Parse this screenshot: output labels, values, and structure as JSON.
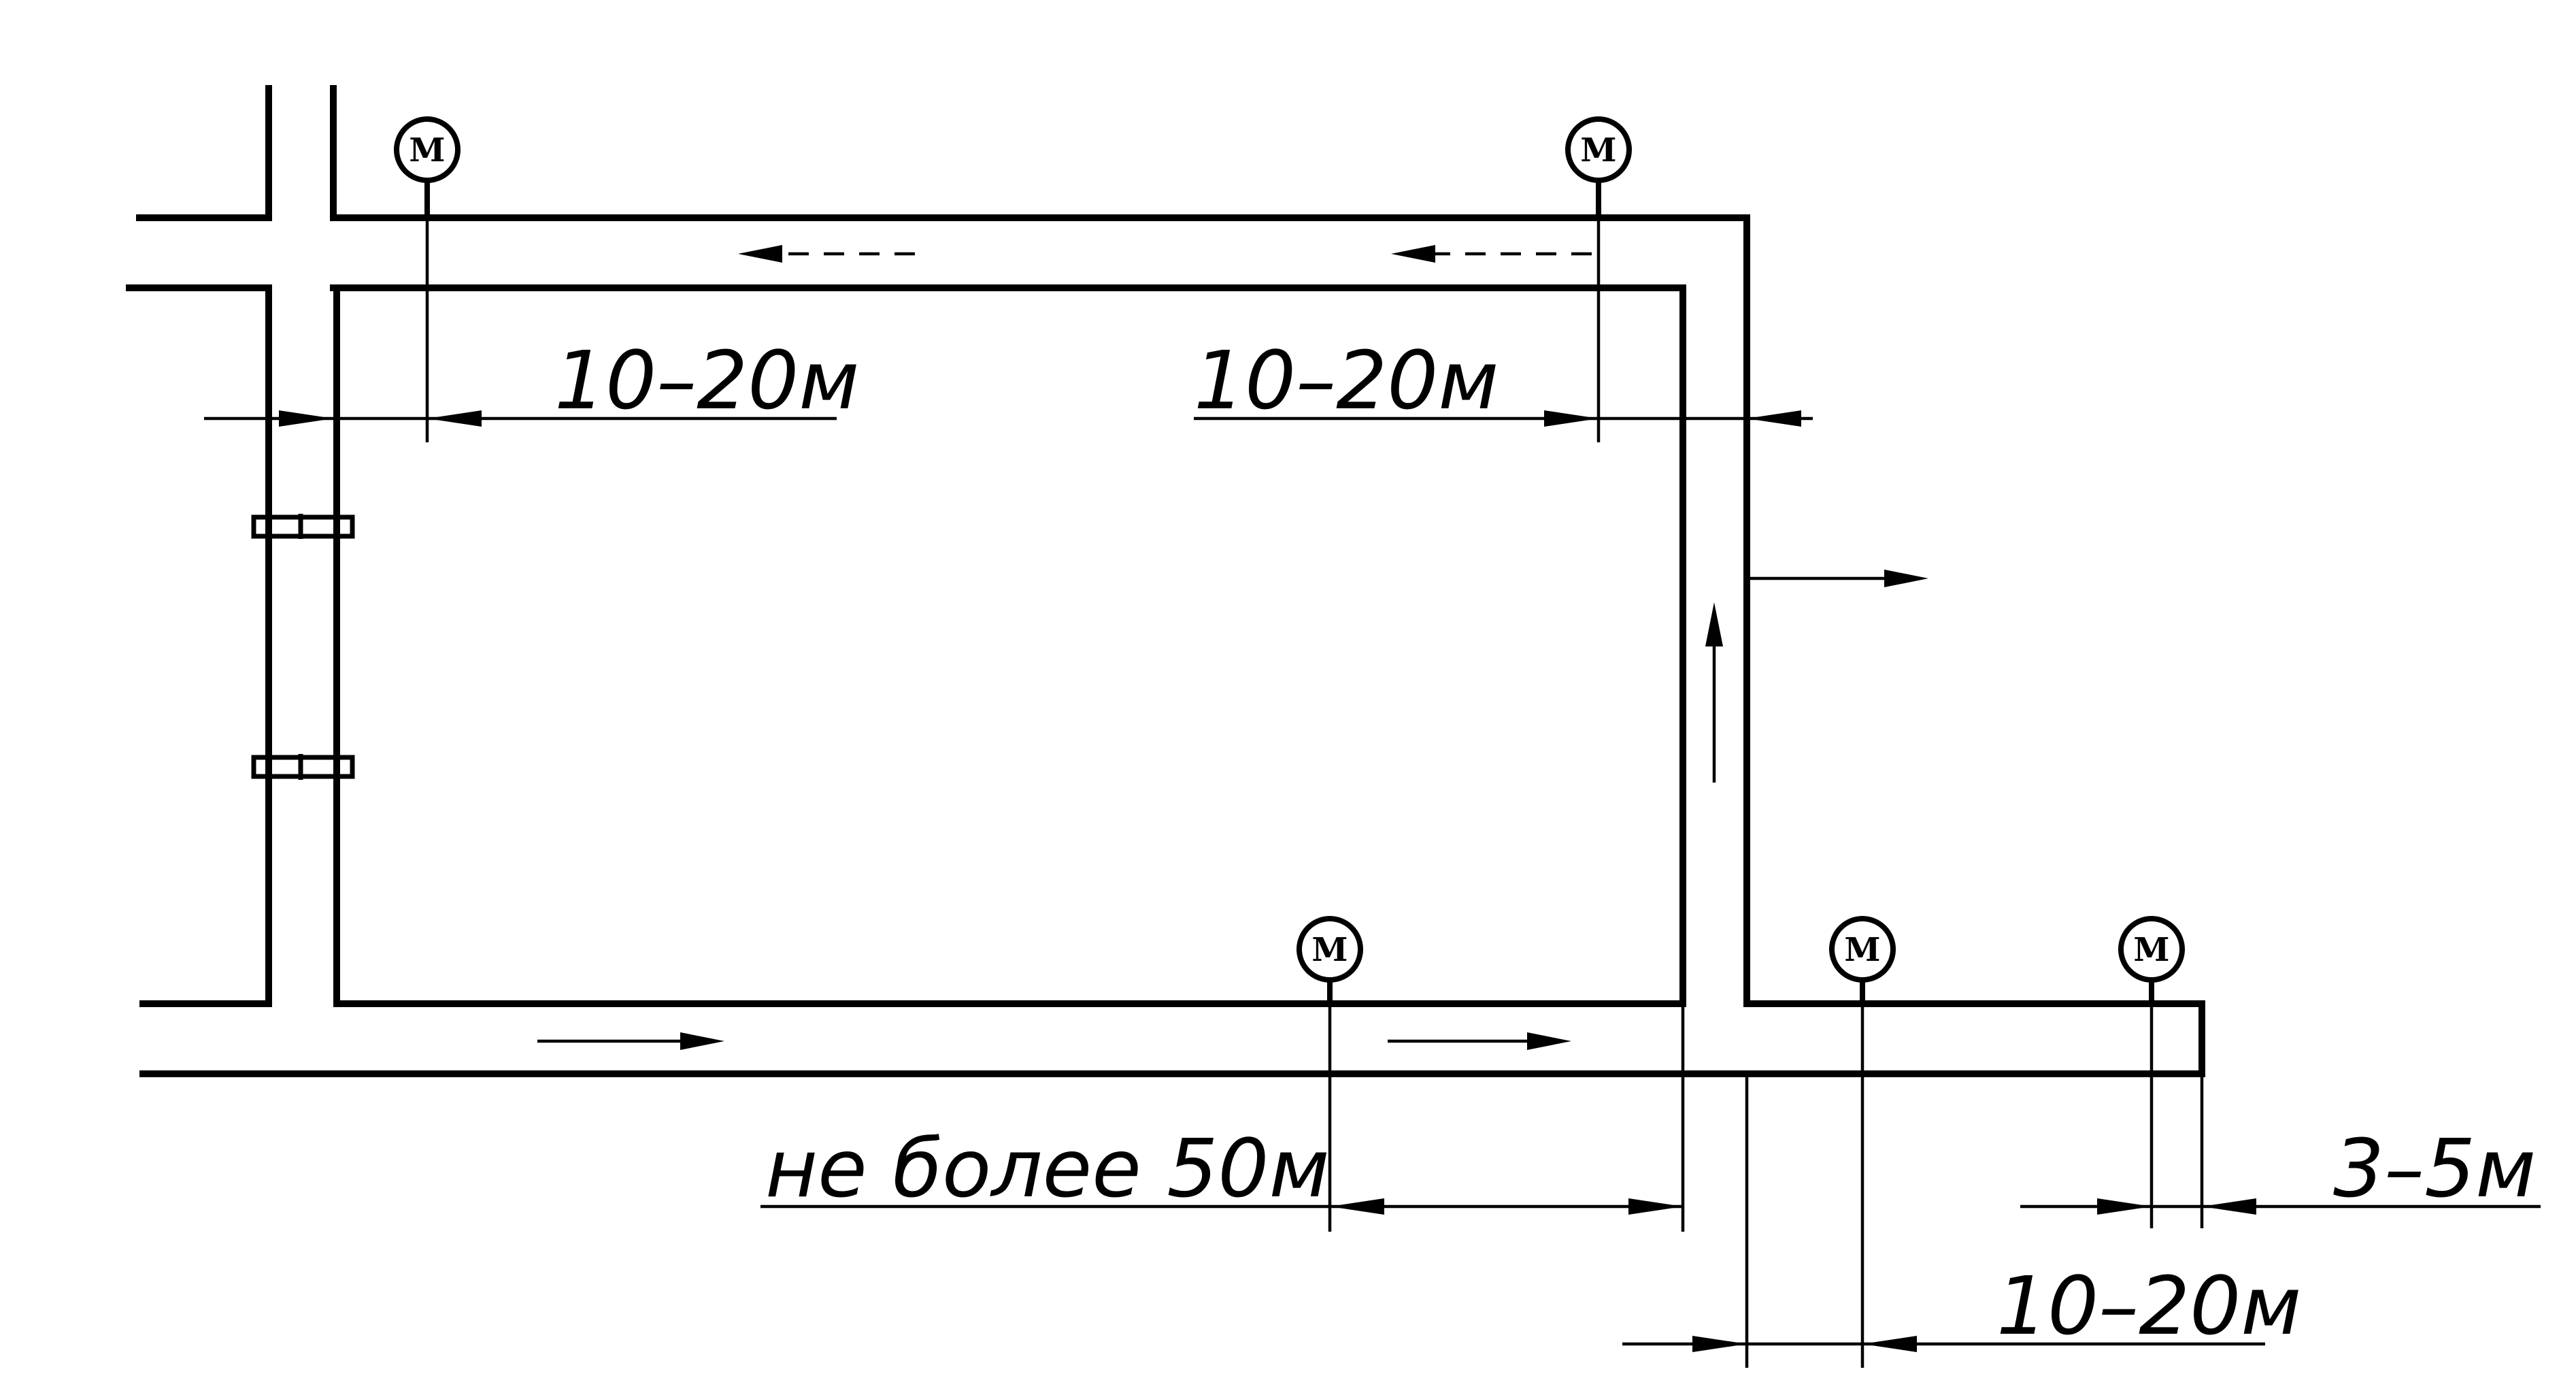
{
  "labels": {
    "dim_top_left": "10–20м",
    "dim_top_right": "10–20м",
    "dim_bottom_mid": "не более 50м",
    "dim_bottom_right_a": "3–5м",
    "dim_bottom_right_b": "10–20м"
  },
  "signs": [
    {
      "letter": "M"
    },
    {
      "letter": "M"
    },
    {
      "letter": "M"
    },
    {
      "letter": "M"
    },
    {
      "letter": "M"
    }
  ]
}
